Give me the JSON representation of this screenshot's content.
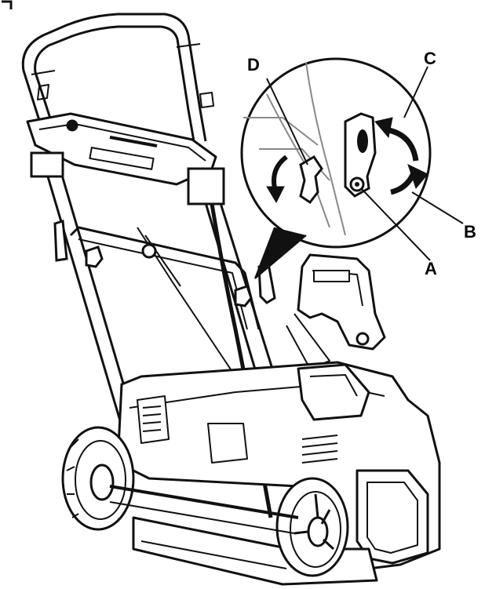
{
  "callouts": {
    "a": "A",
    "b": "B",
    "c": "C",
    "d": "D"
  },
  "colors": {
    "ink": "#111111",
    "background": "#ffffff",
    "detail_gray": "#888888"
  }
}
